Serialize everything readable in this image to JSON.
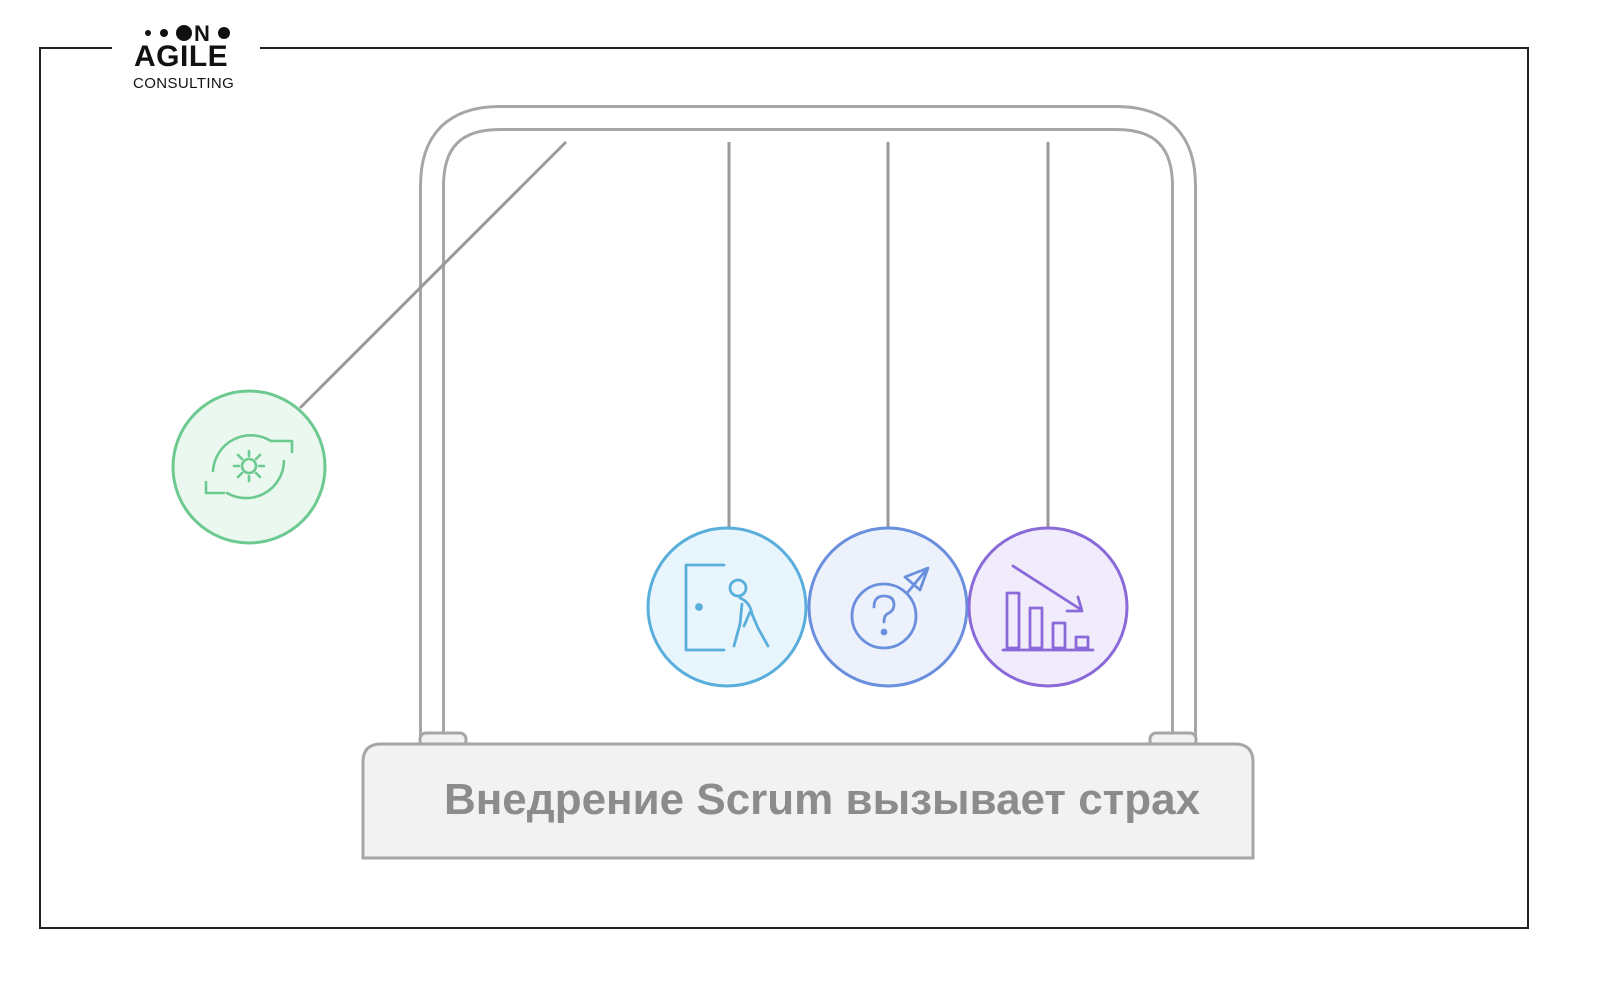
{
  "brand": {
    "logo_dots": "• • ●N●",
    "logo_word": "AGILE",
    "logo_sub": "CONSULTING"
  },
  "diagram": {
    "title": "Внедрение Scrum вызывает страх",
    "balls": [
      {
        "icon": "agile-cycle-gear-icon",
        "color": "#6cc98f",
        "fill": "#eaf8ef",
        "state": "raised"
      },
      {
        "icon": "person-leaving-door-icon",
        "color": "#5aaedb",
        "fill": "#e8f5fc",
        "state": "resting"
      },
      {
        "icon": "question-mark-uncertainty-icon",
        "color": "#6a8fdc",
        "fill": "#ecf1fc",
        "state": "resting"
      },
      {
        "icon": "declining-bar-chart-icon",
        "color": "#8a6ad8",
        "fill": "#f1ecfb",
        "state": "resting"
      }
    ],
    "frame_color": "#a6a6a6",
    "frame_fill": "#f2f2f2"
  }
}
